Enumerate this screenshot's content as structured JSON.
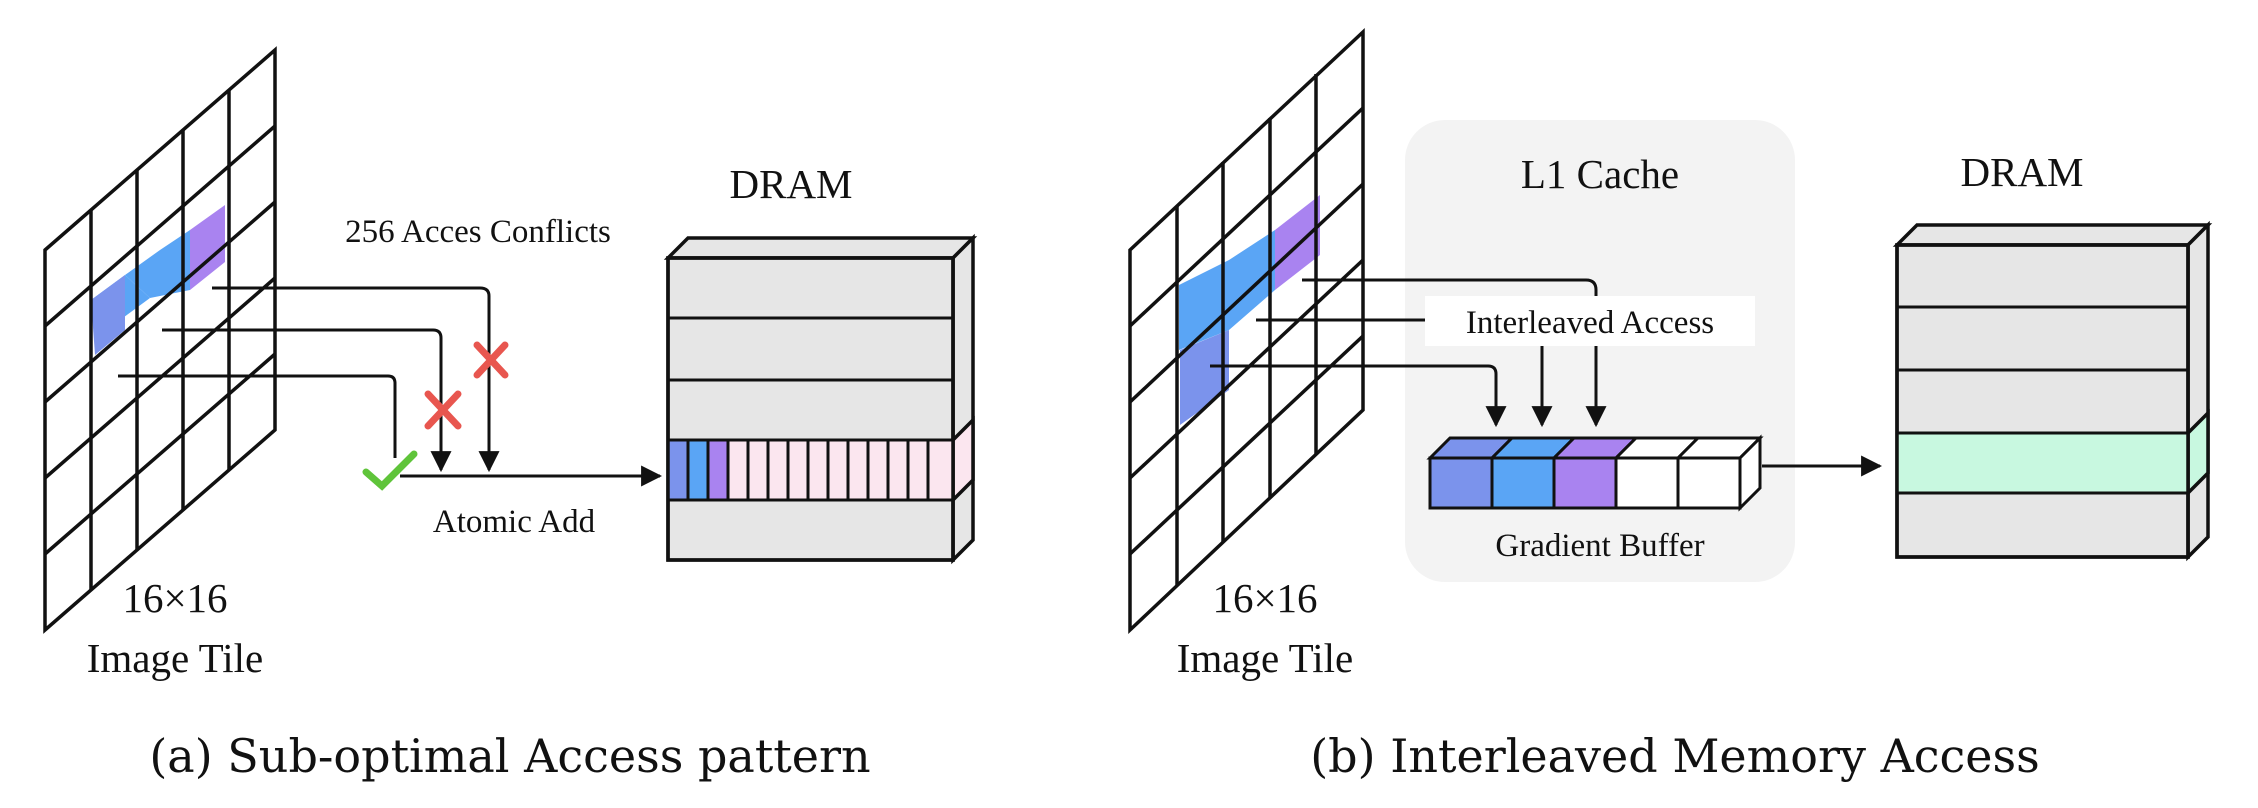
{
  "panel_a": {
    "tile_size": "16×16",
    "tile_label": "Image Tile",
    "conflict_label": "256 Acces Conflicts",
    "atomic_label": "Atomic Add",
    "dram_label": "DRAM",
    "caption": "(a) Sub-optimal Access pattern"
  },
  "panel_b": {
    "tile_size": "16×16",
    "tile_label": "Image Tile",
    "cache_label": "L1 Cache",
    "interleaved_label": "Interleaved Access",
    "buffer_label": "Gradient Buffer",
    "dram_label": "DRAM",
    "caption": "(b) Interleaved Memory Access"
  },
  "colors": {
    "cell_blue_dark": "#7b93ec",
    "cell_blue": "#5aa5f5",
    "cell_purple": "#a983f0",
    "dram_fill": "#e6e6e6",
    "dram_pink": "#fbe6ef",
    "dram_green": "#c8f8e0",
    "check_green": "#5fc43a",
    "cross_red": "#e8564f",
    "cache_bg": "#f3f3f3"
  }
}
